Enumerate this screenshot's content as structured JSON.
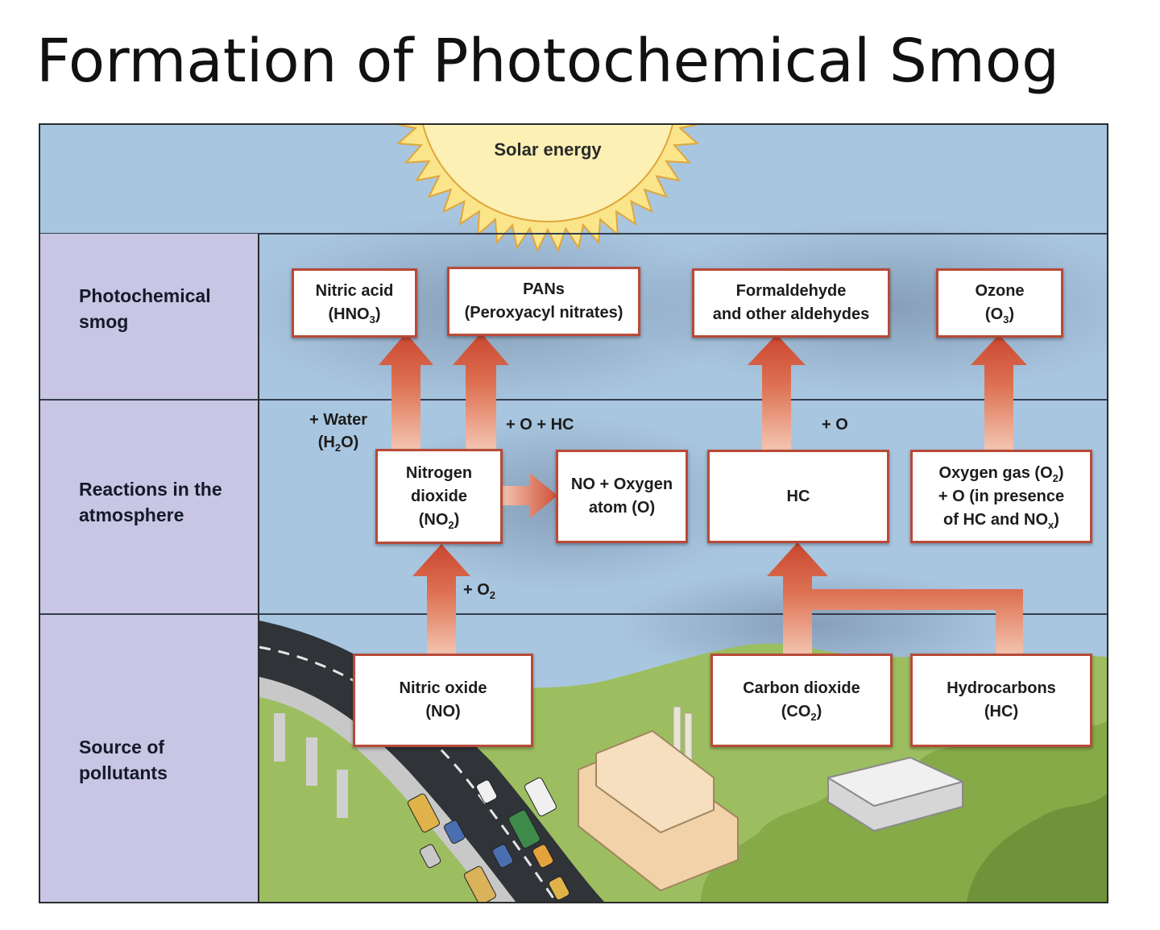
{
  "title": "Formation of Photochemical Smog",
  "sun_label": "Solar energy",
  "rows": [
    {
      "label": "Photochemical smog"
    },
    {
      "label": "Reactions in the atmosphere"
    },
    {
      "label": "Source of pollutants"
    }
  ],
  "smog": [
    {
      "name": "Nitric acid",
      "formula": "HNO",
      "sub": "3"
    },
    {
      "name": "PANs",
      "detail": "(Peroxyacyl nitrates)"
    },
    {
      "name": "Formaldehyde",
      "detail": "and other aldehydes"
    },
    {
      "name": "Ozone",
      "formula": "O",
      "sub": "3"
    }
  ],
  "reactions": {
    "no2": {
      "line1": "Nitrogen",
      "line2": "dioxide",
      "formula": "NO",
      "sub": "2"
    },
    "no_oxygen": {
      "line1": "NO + Oxygen",
      "line2": "atom (O)"
    },
    "hc": {
      "label": "HC"
    },
    "oxygen": {
      "line1_a": "Oxygen gas (O",
      "line1_sub": "2",
      "line1_b": ")",
      "line2": "+ O (in presence",
      "line3_a": "of HC and NO",
      "line3_sub": "x",
      "line3_b": ")"
    }
  },
  "sources": [
    {
      "name": "Nitric oxide",
      "formula": "NO"
    },
    {
      "name": "Carbon dioxide",
      "formula": "CO",
      "sub": "2"
    },
    {
      "name": "Hydrocarbons",
      "formula": "HC"
    }
  ],
  "notes": {
    "water_a": "+ Water",
    "water_b": "H",
    "water_sub": "2",
    "water_c": "O",
    "o_hc": "+ O + HC",
    "o": "+ O",
    "o2_a": "+ O",
    "o2_sub": "2"
  },
  "colors": {
    "sky": "#a9c6e0",
    "label_column": "#c8c6e4",
    "grass": "#9cbe60",
    "arrow": "#d2583c",
    "box_border": "#b84a38",
    "sun": "#fbe58a"
  }
}
